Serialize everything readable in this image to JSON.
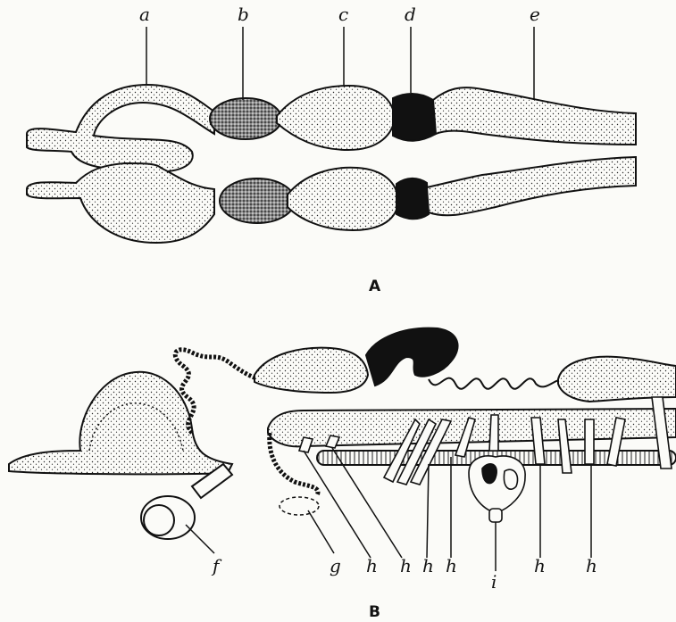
{
  "panel_a": {
    "title": "A",
    "labels": {
      "a": "a",
      "b": "b",
      "c": "c",
      "d": "d",
      "e": "e"
    }
  },
  "panel_b": {
    "title": "B",
    "labels": {
      "f": "f",
      "g": "g",
      "h1": "h",
      "h2": "h",
      "h3": "h",
      "h4": "h",
      "h5": "h",
      "h6": "h",
      "i": "i"
    }
  },
  "colors": {
    "ink": "#111111",
    "paper": "#fbfbf8"
  }
}
